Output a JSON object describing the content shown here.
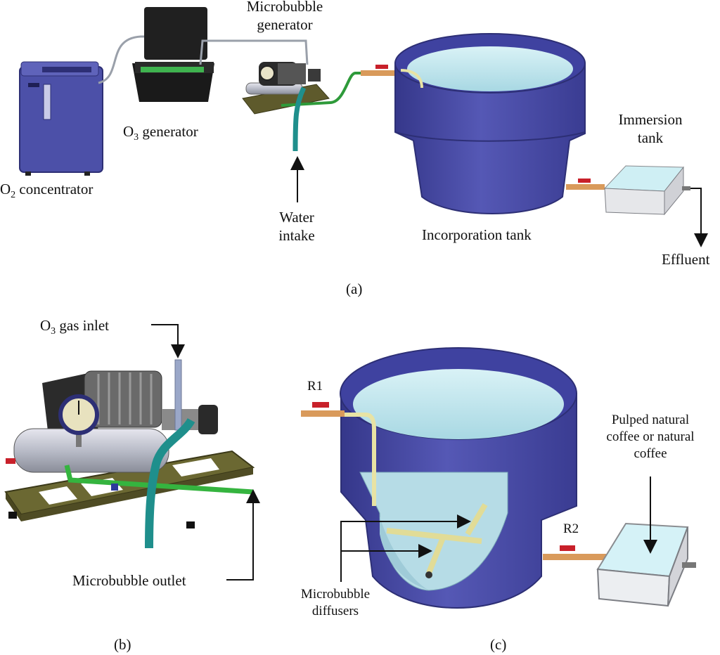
{
  "panel_a": {
    "caption": "(a)",
    "o2_concentrator": {
      "prefix": "O",
      "sub": "2",
      "suffix": " concentrator"
    },
    "o3_generator": {
      "prefix": "O",
      "sub": "3",
      "suffix": " generator"
    },
    "microbubble_generator": {
      "line1": "Microbubble",
      "line2": "generator"
    },
    "water_intake": {
      "line1": "Water",
      "line2": "intake"
    },
    "incorporation_tank": "Incorporation tank",
    "immersion_tank": {
      "line1": "Immersion",
      "line2": "tank"
    },
    "effluent": "Effluent"
  },
  "panel_b": {
    "caption": "(b)",
    "gas_inlet": {
      "prefix": "O",
      "sub": "3",
      "suffix": " gas inlet"
    },
    "outlet": "Microbubble outlet"
  },
  "panel_c": {
    "caption": "(c)",
    "r1": "R1",
    "r2": "R2",
    "coffee": {
      "line1": "Pulped natural",
      "line2": "coffee or natural",
      "line3": "coffee"
    },
    "diffusers": {
      "line1": "Microbubble",
      "line2": "diffusers"
    }
  },
  "colors": {
    "tank_blue": "#4b4fa8",
    "tank_dark": "#35378a",
    "water": "#bfe6ef",
    "pipe_green": "#2e9a3a",
    "pipe_teal": "#1f8f8c",
    "frame_olive": "#5e5a2c",
    "valve_red": "#c8202a",
    "copper": "#d99a5b"
  }
}
